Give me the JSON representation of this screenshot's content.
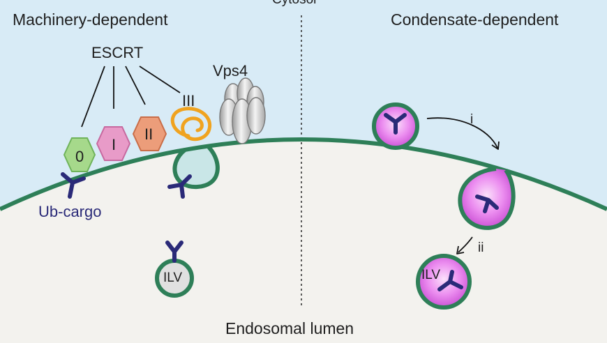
{
  "top_label": "Cytosol",
  "bottom_label": "Endosomal lumen",
  "left_panel": {
    "title": "Machinery-dependent",
    "escrt_label": "ESCRT",
    "vps4_label": "Vps4",
    "subunits": [
      "0",
      "I",
      "II",
      "III"
    ],
    "cargo_label": "Ub-cargo",
    "ilv_label": "ILV"
  },
  "right_panel": {
    "title": "Condensate-dependent",
    "step_1": "i",
    "step_2": "ii",
    "ilv_label": "ILV"
  },
  "colors": {
    "cytosol": "#d8ebf6",
    "lumen": "#f3f2ee",
    "membrane": "#2e7f58",
    "condensate": "#e27ee8",
    "cargo": "#2a2a78",
    "escrt_0": "#a6d98b",
    "escrt_I": "#e89bc8",
    "escrt_II": "#ec9d7a",
    "escrt_III": "#f0a31f",
    "vps4": "#d4d4d4"
  }
}
